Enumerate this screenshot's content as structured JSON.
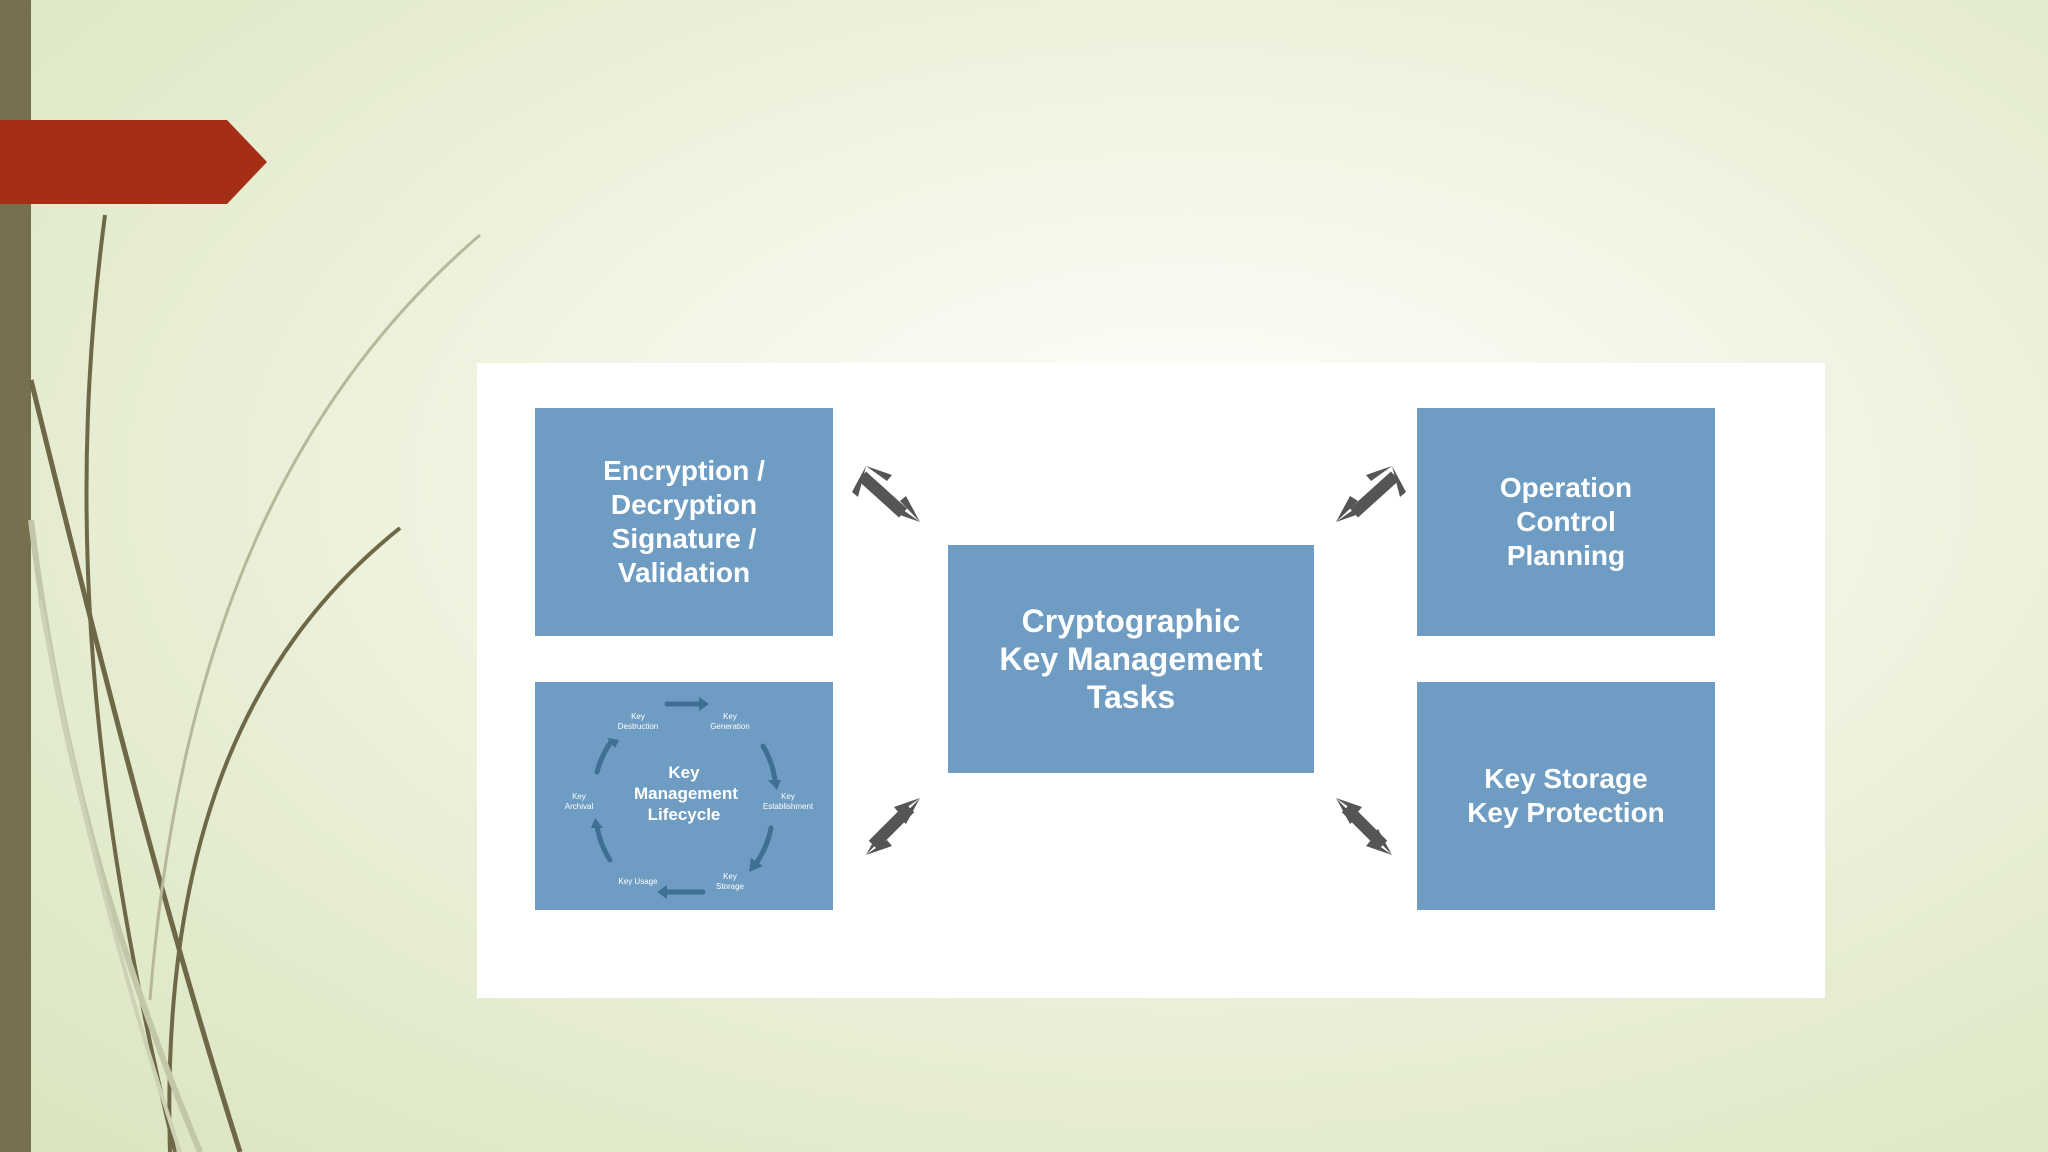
{
  "diagram": {
    "center": "Cryptographic\nKey Management\nTasks",
    "top_left": "Encryption /\nDecryption\nSignature /\nValidation",
    "top_right": "Operation\nControl\nPlanning",
    "bottom_right": "Key Storage\nKey Protection",
    "lifecycle": {
      "center": "Key\nManagement\nLifecycle",
      "stages": {
        "destruction": "Key\nDestruction",
        "generation": "Key\nGeneration",
        "establishment": "Key\nEstablishment",
        "storage": "Key\nStorage",
        "usage": "Key Usage",
        "archival": "Key\nArchival"
      }
    }
  },
  "colors": {
    "box_fill": "#6e9cc2",
    "arrow": "#555555",
    "ribbon": "#a52f16",
    "side_bar": "#77704f"
  }
}
